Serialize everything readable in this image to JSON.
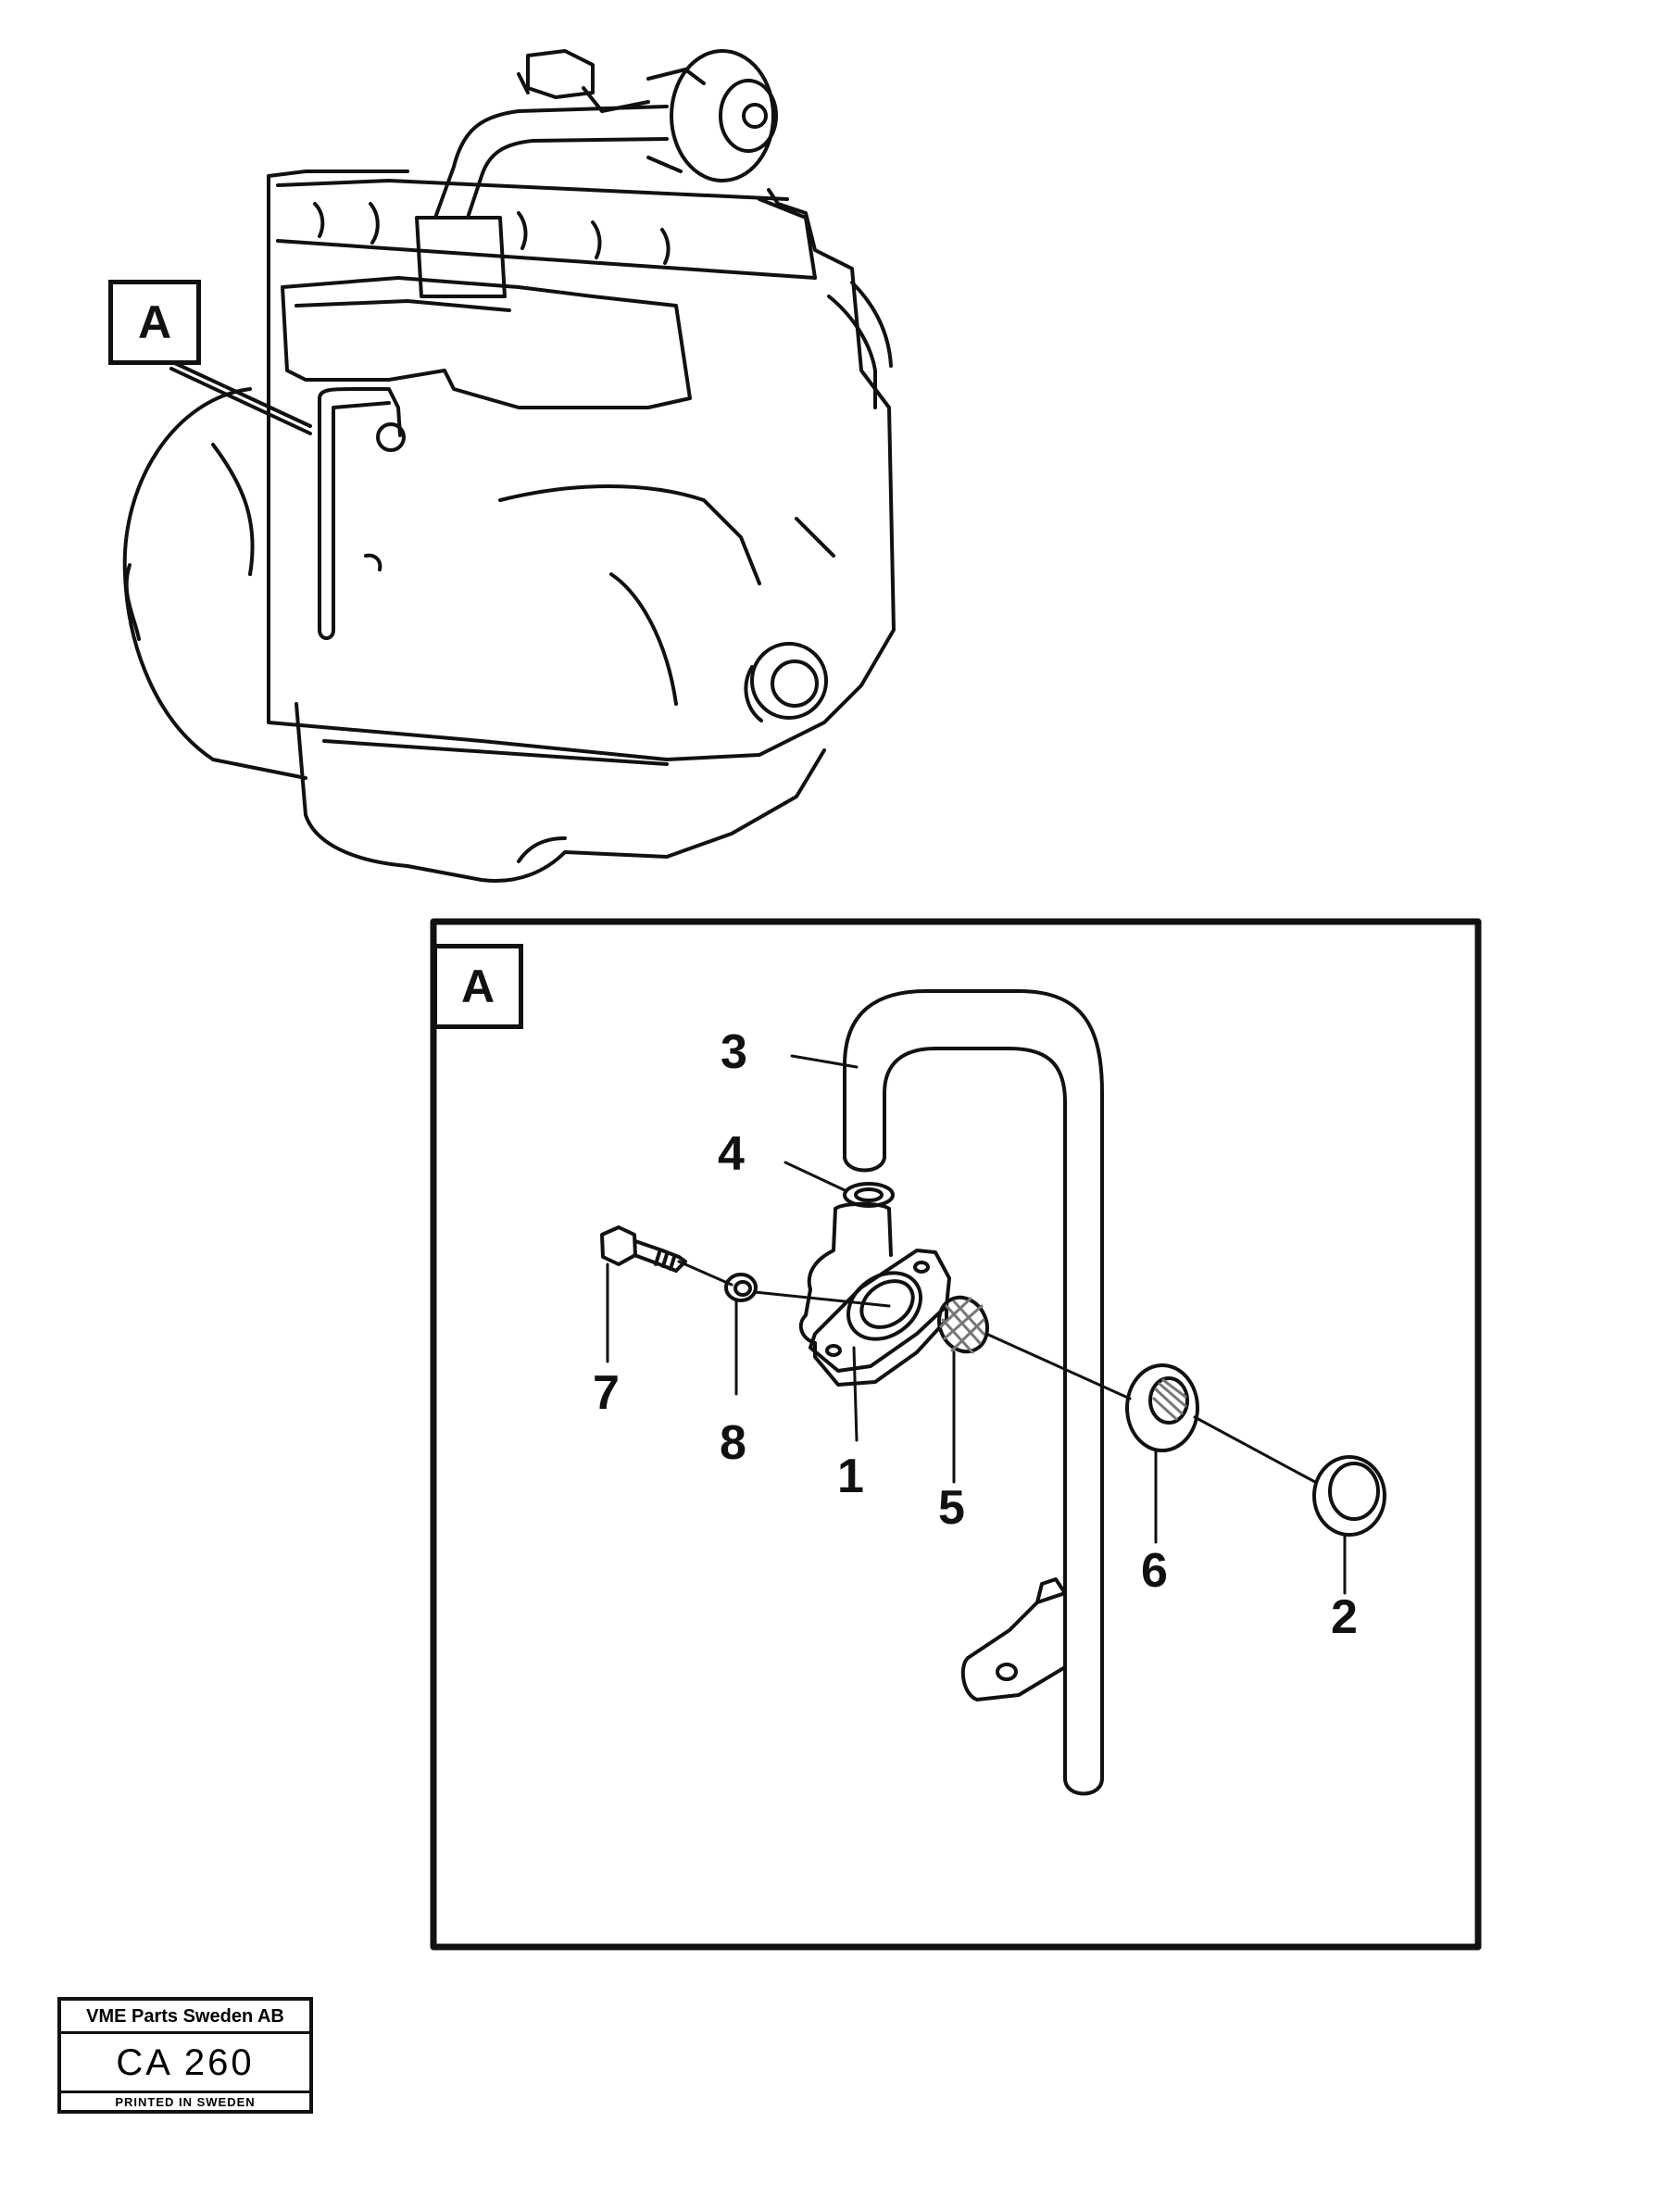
{
  "overview": {
    "detail_tag": "A"
  },
  "detail": {
    "tag": "A",
    "callouts": {
      "c1": "1",
      "c2": "2",
      "c3": "3",
      "c4": "4",
      "c5": "5",
      "c6": "6",
      "c7": "7",
      "c8": "8"
    }
  },
  "reference_block": {
    "company": "VME Parts Sweden AB",
    "code": "CA 260",
    "printed": "PRINTED IN SWEDEN"
  },
  "colors": {
    "ink": "#111111",
    "paper": "#ffffff",
    "mesh": "#777777"
  }
}
